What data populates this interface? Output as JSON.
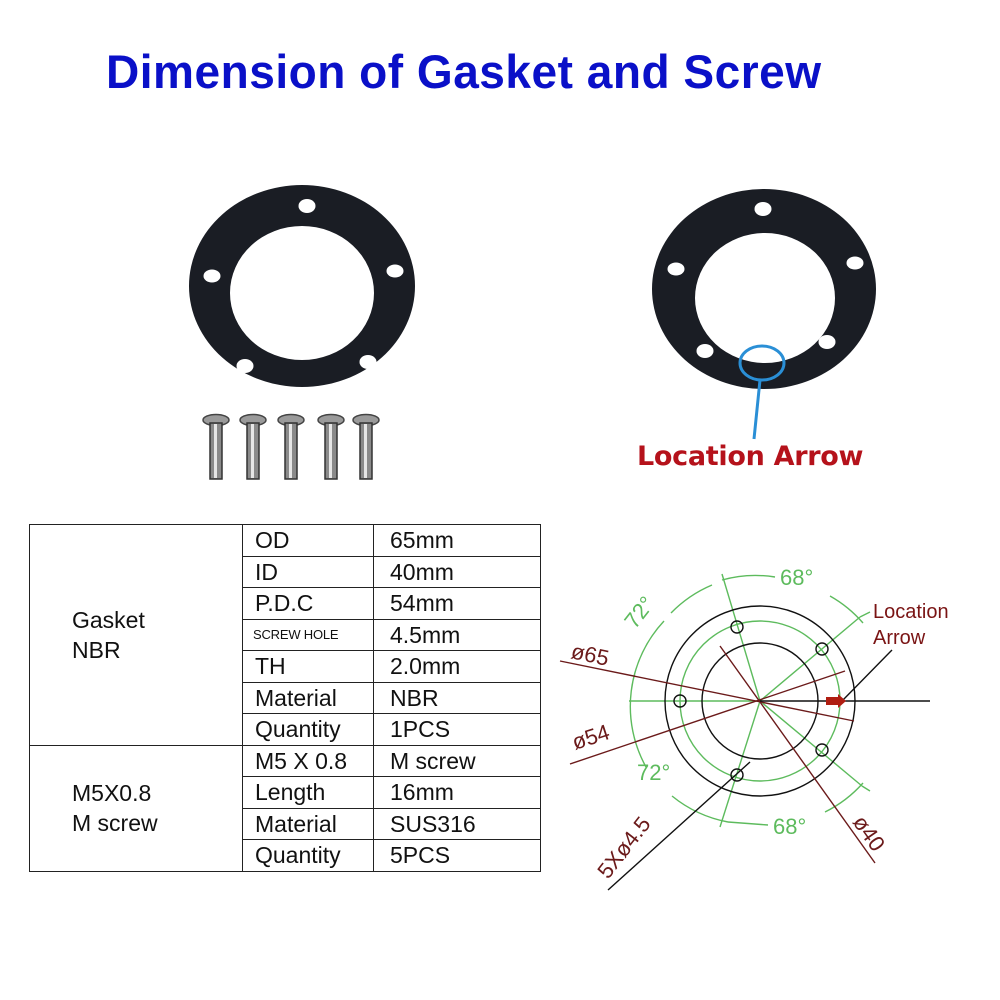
{
  "title": "Dimension of Gasket and Screw",
  "photos": {
    "gasket_with_screws": {
      "gasket_holes": 5,
      "screw_count": 5
    },
    "gasket_location": {
      "callout_label": "Location Arrow",
      "callout_color": "#b5121b",
      "marker_color": "#2a8fd6"
    }
  },
  "table": {
    "groups": [
      {
        "name_line1": "Gasket",
        "name_line2": "NBR",
        "rows": [
          {
            "key": "OD",
            "value": "65mm"
          },
          {
            "key": "ID",
            "value": "40mm"
          },
          {
            "key": "P.D.C",
            "value": "54mm"
          },
          {
            "key": "SCREW HOLE",
            "value": "4.5mm"
          },
          {
            "key": "TH",
            "value": "2.0mm"
          },
          {
            "key": "Material",
            "value": "NBR"
          },
          {
            "key": "Quantity",
            "value": "1PCS"
          }
        ]
      },
      {
        "name_line1": "M5X0.8",
        "name_line2": "M screw",
        "rows": [
          {
            "key": "M5 X 0.8",
            "value": "M screw"
          },
          {
            "key": "Length",
            "value": "16mm"
          },
          {
            "key": "Material",
            "value": "SUS316"
          },
          {
            "key": "Quantity",
            "value": "5PCS"
          }
        ]
      }
    ]
  },
  "drawing": {
    "labels": {
      "od": "ø65",
      "pcd": "ø54",
      "id": "ø40",
      "holes": "5Xø4.5",
      "angle_top": "68°",
      "angle_upper_left": "72°",
      "angle_lower_left": "72°",
      "angle_bottom": "68°",
      "location_line1": "Location",
      "location_line2": "Arrow"
    },
    "colors": {
      "outline": "#111111",
      "dimension": "#5dbb5d",
      "leader": "#6b1a1a",
      "arrow": "#b01e12",
      "location_text": "#7a1414"
    }
  }
}
